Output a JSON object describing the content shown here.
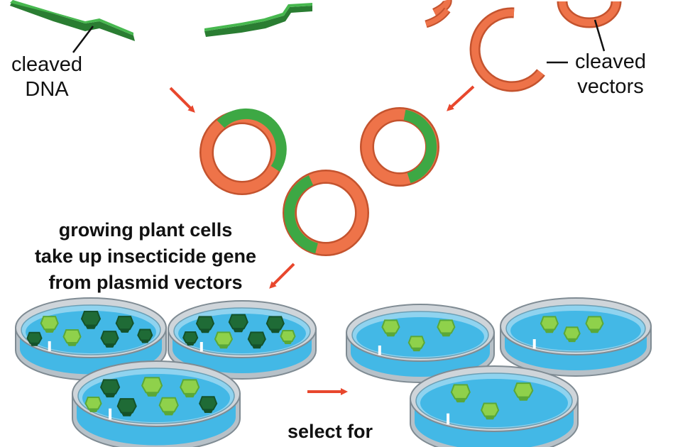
{
  "labels": {
    "cleaved_dna": [
      "cleaved",
      "DNA"
    ],
    "cleaved_vectors": [
      "cleaved",
      "vectors"
    ],
    "uptake": [
      "growing plant cells",
      "take up insecticide gene",
      "from plasmid vectors"
    ],
    "select": "select for"
  },
  "colors": {
    "dna_green": "#3da844",
    "dna_green_dark": "#2a7d32",
    "vector_orange": "#ee7349",
    "vector_orange_dark": "#c4532e",
    "arrow_red": "#e8472d",
    "dish_rim": "#cfd5da",
    "dish_water": "#43b8e6",
    "cell_dark": "#1f6b36",
    "cell_light": "#8fd14b"
  },
  "icons": [
    "arrow-right-icon",
    "arrow-down-right-icon",
    "arrow-down-left-icon",
    "plasmid-ring-icon",
    "petri-dish-icon",
    "plant-cell-icon"
  ]
}
